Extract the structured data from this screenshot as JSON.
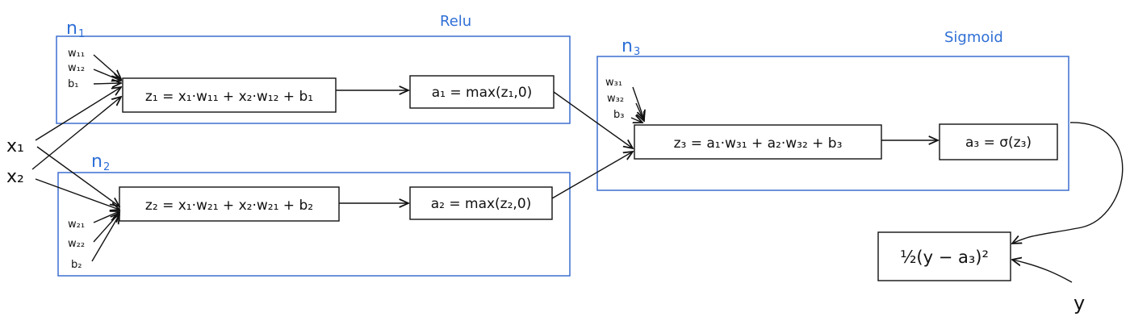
{
  "neurons": {
    "n1": {
      "name": "n",
      "index": "1",
      "activation": "Relu",
      "inputs": [
        "w₁₁",
        "w₁₂",
        "b₁"
      ],
      "z_expr": "z₁ = x₁·w₁₁ + x₂·w₁₂ + b₁",
      "a_expr": "a₁ = max(z₁,0)"
    },
    "n2": {
      "name": "n",
      "index": "2",
      "activation": "",
      "inputs": [
        "w₂₁",
        "w₂₂",
        "b₂"
      ],
      "z_expr": "z₂ = x₁·w₂₁ + x₂·w₂₁ + b₂",
      "a_expr": "a₂ = max(z₂,0)"
    },
    "n3": {
      "name": "n",
      "index": "3",
      "activation": "Sigmoid",
      "inputs": [
        "w₃₁",
        "w₃₂",
        "b₃"
      ],
      "z_expr": "z₃ = a₁·w₃₁ + a₂·w₃₂ + b₃",
      "a_expr": "a₃ = σ(z₃)"
    }
  },
  "inputs": [
    "x₁",
    "x₂"
  ],
  "loss": {
    "expr": "½(y − a₃)²",
    "target": "y"
  },
  "colors": {
    "box": "#3c6fd0",
    "ink": "#111111",
    "label": "#2f6fd6"
  }
}
